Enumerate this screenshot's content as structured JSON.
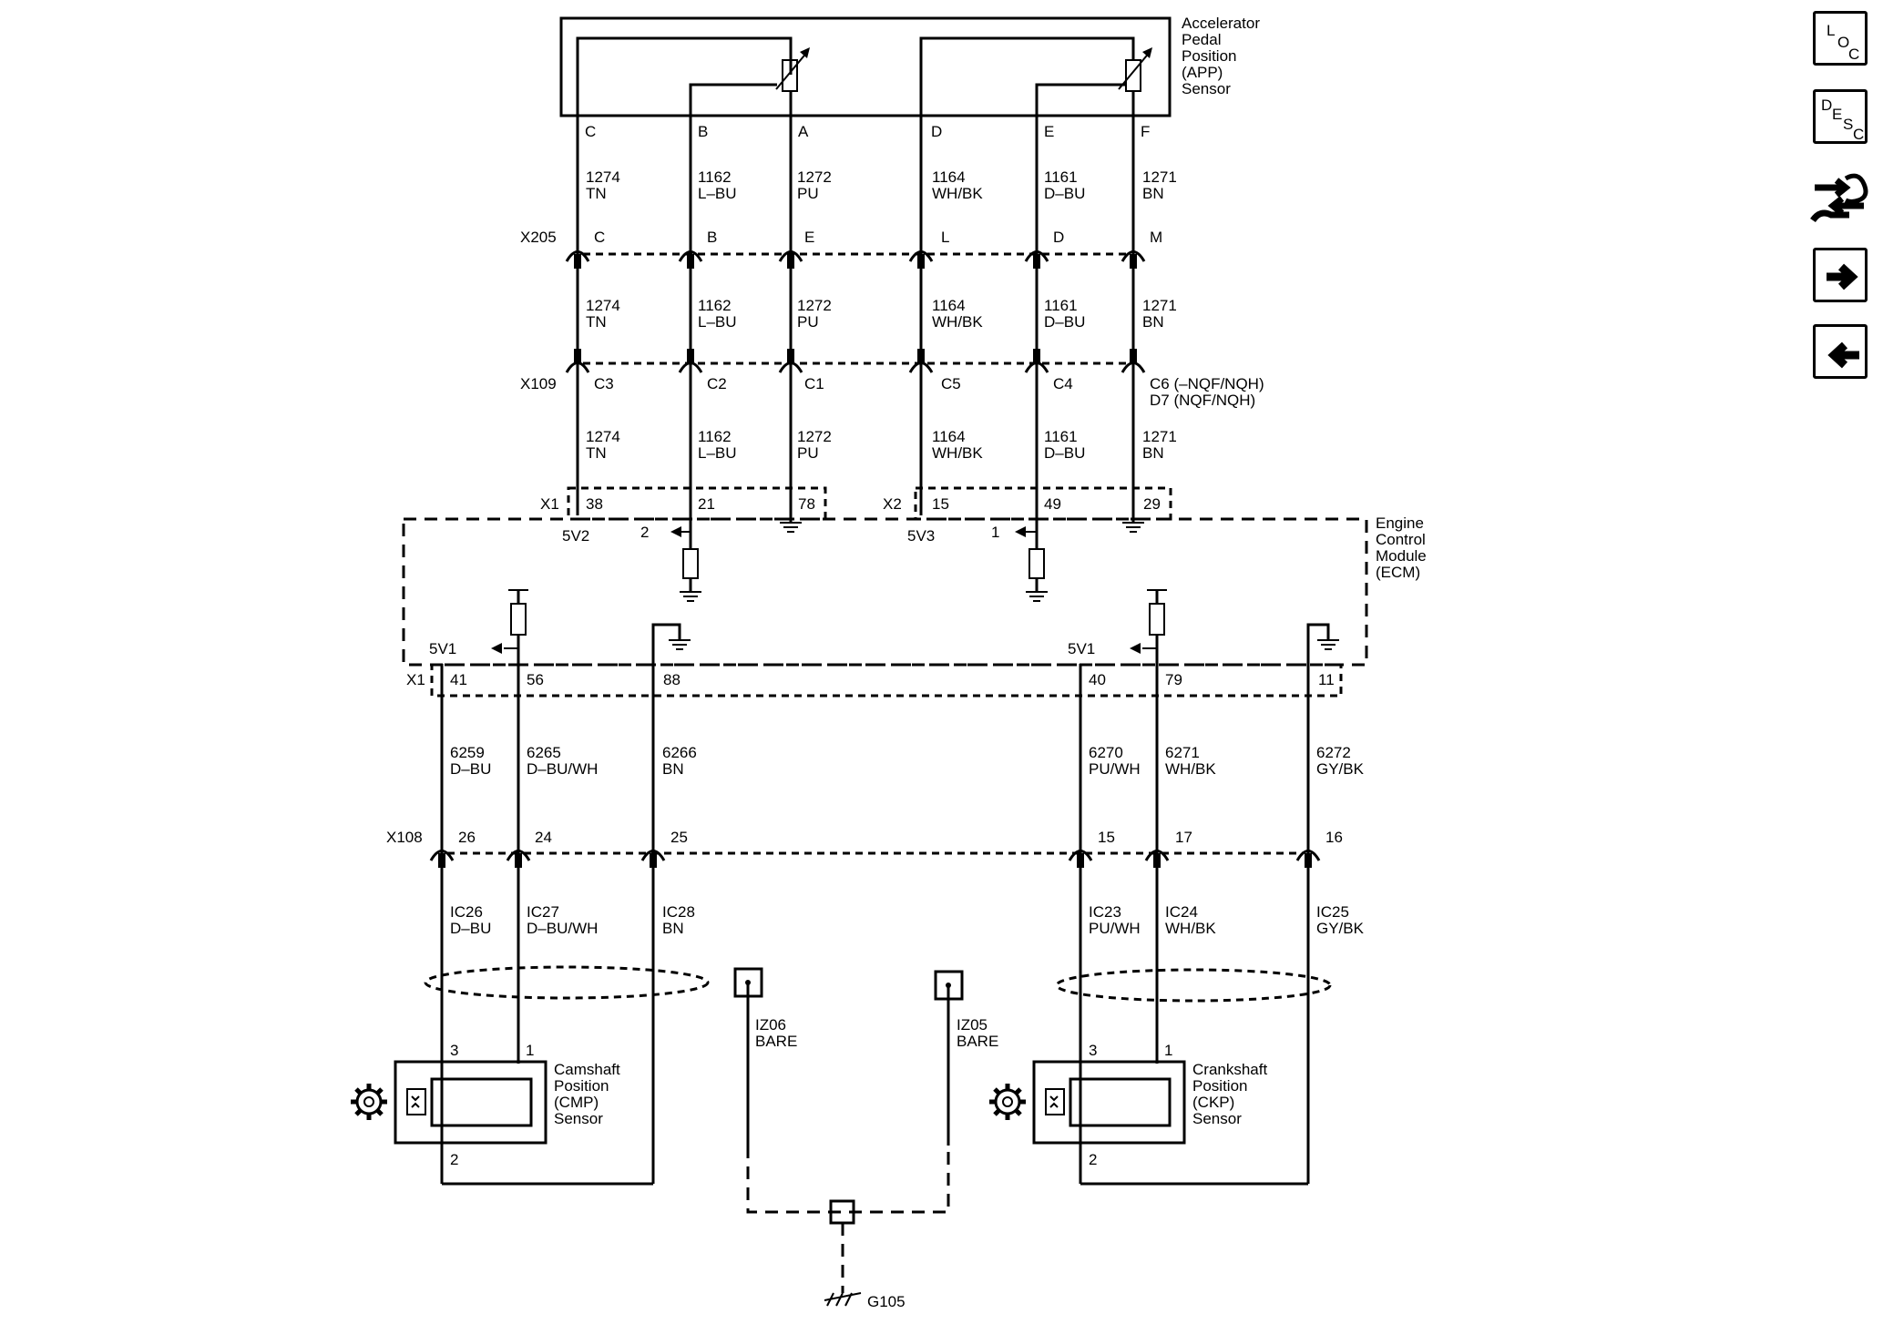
{
  "app": {
    "title": "Accelerator Pedal Position (APP) Sensor",
    "title_lines": [
      "Accelerator",
      "Pedal",
      "Position",
      "(APP)",
      "Sensor"
    ],
    "pins": [
      "C",
      "B",
      "A",
      "D",
      "E",
      "F"
    ]
  },
  "wires_top": [
    {
      "id": "1274",
      "color": "TN",
      "x205": "C",
      "x109": "C3",
      "ecm": "38"
    },
    {
      "id": "1162",
      "color": "L–BU",
      "x205": "B",
      "x109": "C2",
      "ecm": "21"
    },
    {
      "id": "1272",
      "color": "PU",
      "x205": "E",
      "x109": "C1",
      "ecm": "78"
    },
    {
      "id": "1164",
      "color": "WH/BK",
      "x205": "L",
      "x109": "C5",
      "ecm": "15"
    },
    {
      "id": "1161",
      "color": "D–BU",
      "x205": "D",
      "x109": "C4",
      "ecm": "49"
    },
    {
      "id": "1271",
      "color": "BN",
      "x205": "M",
      "x109": "C6 (–NQF/NQH)",
      "x109b": "D7 (NQF/NQH)",
      "ecm": "29"
    }
  ],
  "connectors": {
    "x205": "X205",
    "x109": "X109",
    "x1": "X1",
    "x2": "X2",
    "x108": "X108"
  },
  "ecm": {
    "title_lines": [
      "Engine",
      "Control",
      "Module",
      "(ECM)"
    ],
    "ref_5v2": "5V2",
    "ref_5v3": "5V3",
    "ref_5v1": "5V1",
    "arrow_2": "2",
    "arrow_1": "1"
  },
  "wires_bottom": [
    {
      "id": "6259",
      "color": "D–BU",
      "ecm": "41",
      "x108": "26",
      "ic": "IC26",
      "ic_color": "D–BU"
    },
    {
      "id": "6265",
      "color": "D–BU/WH",
      "ecm": "56",
      "x108": "24",
      "ic": "IC27",
      "ic_color": "D–BU/WH"
    },
    {
      "id": "6266",
      "color": "BN",
      "ecm": "88",
      "x108": "25",
      "ic": "IC28",
      "ic_color": "BN"
    },
    {
      "id": "6270",
      "color": "PU/WH",
      "ecm": "40",
      "x108": "15",
      "ic": "IC23",
      "ic_color": "PU/WH"
    },
    {
      "id": "6271",
      "color": "WH/BK",
      "ecm": "79",
      "x108": "17",
      "ic": "IC24",
      "ic_color": "WH/BK"
    },
    {
      "id": "6272",
      "color": "GY/BK",
      "ecm": "11",
      "x108": "16",
      "ic": "IC25",
      "ic_color": "GY/BK"
    }
  ],
  "shields": [
    {
      "id": "IZ06",
      "color": "BARE"
    },
    {
      "id": "IZ05",
      "color": "BARE"
    }
  ],
  "cmp": {
    "title_lines": [
      "Camshaft",
      "Position",
      "(CMP)",
      "Sensor"
    ],
    "pin_3": "3",
    "pin_1": "1",
    "pin_2": "2"
  },
  "ckp": {
    "title_lines": [
      "Crankshaft",
      "Position",
      "(CKP)",
      "Sensor"
    ],
    "pin_3": "3",
    "pin_1": "1",
    "pin_2": "2"
  },
  "ground": {
    "label": "G105"
  },
  "nav": {
    "loc": [
      "L",
      "O",
      "C"
    ],
    "desc": [
      "D",
      "E",
      "S",
      "C"
    ],
    "icons": [
      "component-connector-icon",
      "arrow-right-icon",
      "arrow-left-icon"
    ]
  }
}
